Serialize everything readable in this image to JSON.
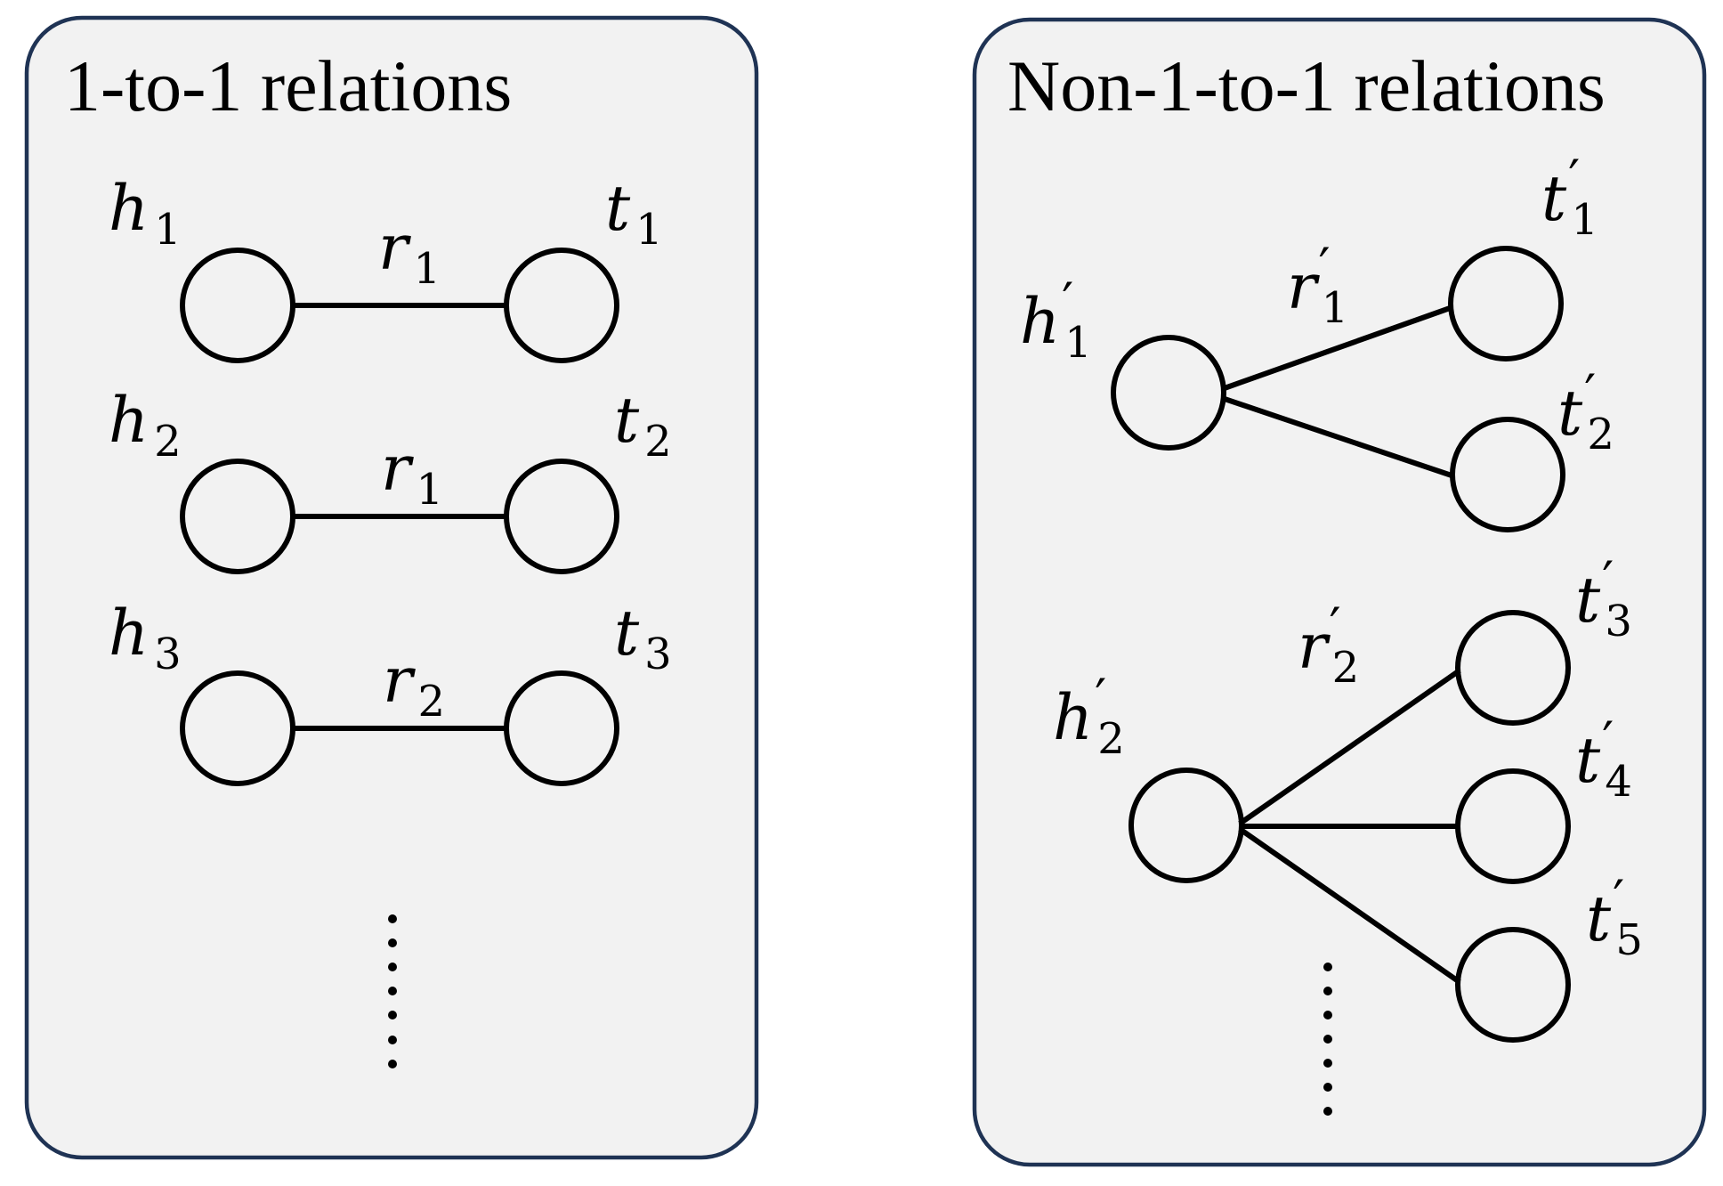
{
  "panels": [
    {
      "title": "1-to-1 relations",
      "heads": [
        {
          "sym": "h",
          "sub": "1",
          "prime": ""
        },
        {
          "sym": "h",
          "sub": "2",
          "prime": ""
        },
        {
          "sym": "h",
          "sub": "3",
          "prime": ""
        }
      ],
      "tails": [
        {
          "sym": "t",
          "sub": "1",
          "prime": ""
        },
        {
          "sym": "t",
          "sub": "2",
          "prime": ""
        },
        {
          "sym": "t",
          "sub": "3",
          "prime": ""
        }
      ],
      "relations": [
        {
          "sym": "r",
          "sub": "1",
          "prime": ""
        },
        {
          "sym": "r",
          "sub": "1",
          "prime": ""
        },
        {
          "sym": "r",
          "sub": "2",
          "prime": ""
        }
      ]
    },
    {
      "title": "Non-1-to-1 relations",
      "heads": [
        {
          "sym": "h",
          "sub": "1",
          "prime": "′"
        },
        {
          "sym": "h",
          "sub": "2",
          "prime": "′"
        }
      ],
      "tails": [
        {
          "sym": "t",
          "sub": "1",
          "prime": "′"
        },
        {
          "sym": "t",
          "sub": "2",
          "prime": "′"
        },
        {
          "sym": "t",
          "sub": "3",
          "prime": "′"
        },
        {
          "sym": "t",
          "sub": "4",
          "prime": "′"
        },
        {
          "sym": "t",
          "sub": "5",
          "prime": "′"
        }
      ],
      "relations": [
        {
          "sym": "r",
          "sub": "1",
          "prime": "′"
        },
        {
          "sym": "r",
          "sub": "2",
          "prime": "′"
        }
      ]
    }
  ]
}
